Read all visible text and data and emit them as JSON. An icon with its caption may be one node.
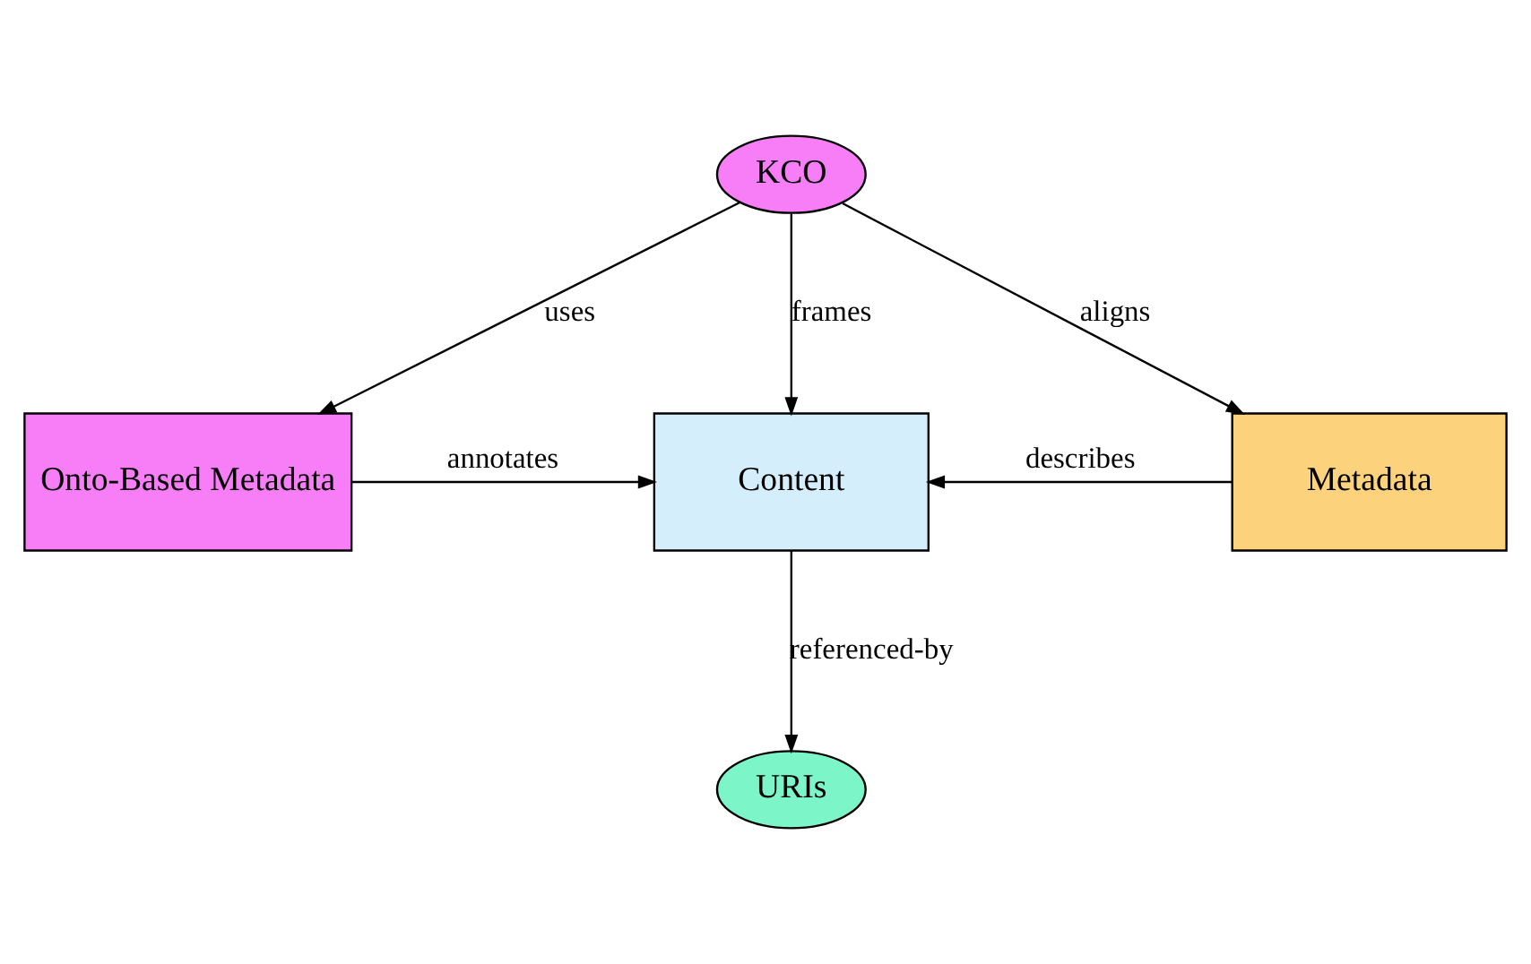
{
  "diagram": {
    "nodes": [
      {
        "text": [
          "KCO"
        ]
      },
      {
        "text": [
          "Onto-Based Metadata"
        ]
      },
      {
        "text": [
          "Content"
        ]
      },
      {
        "text": [
          "Metadata"
        ]
      },
      {
        "text": [
          "URIs"
        ]
      }
    ],
    "edges": [
      {
        "from": 0,
        "to": 1,
        "arrow": "to",
        "label": "uses"
      },
      {
        "from": 0,
        "to": 2,
        "arrow": "to",
        "label": "frames"
      },
      {
        "from": 0,
        "to": 3,
        "arrow": "to",
        "label": "aligns"
      },
      {
        "from": 1,
        "to": 2,
        "arrow": "to",
        "label": "annotates"
      },
      {
        "from": 3,
        "to": 2,
        "arrow": "to",
        "label": "describes"
      },
      {
        "from": 2,
        "to": 4,
        "arrow": "to",
        "label": "referenced-by"
      }
    ]
  }
}
